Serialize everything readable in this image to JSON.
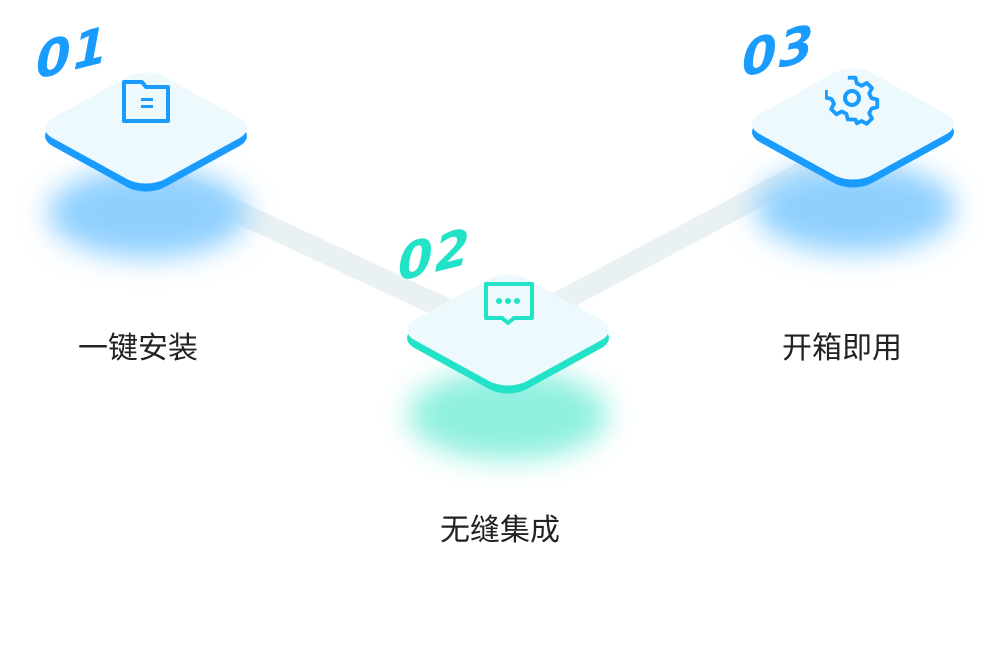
{
  "steps": [
    {
      "number": "01",
      "label": "一键安装",
      "icon": "folder-icon",
      "color": "#1a9cff"
    },
    {
      "number": "02",
      "label": "无缝集成",
      "icon": "chat-icon",
      "color": "#22e3c8"
    },
    {
      "number": "03",
      "label": "开箱即用",
      "icon": "gear-icon",
      "color": "#1a9cff"
    }
  ]
}
